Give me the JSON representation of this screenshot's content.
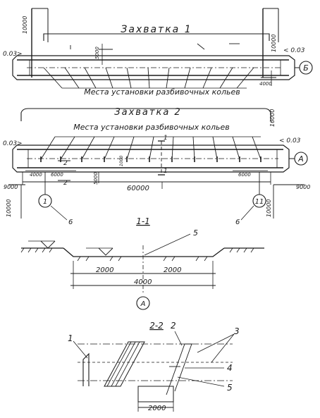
{
  "labels": {
    "zone1": "Захватка 1",
    "zone2": "Захватка 2",
    "pegs_top": "Места установки разбивочных кольев",
    "pegs_bottom": "Места установки разбивочных кольев",
    "section11": "1-1",
    "section22": "2-2"
  },
  "axes": {
    "b": "Б",
    "a": "А",
    "one": "1",
    "eleven": "11",
    "a_section": "А"
  },
  "levels": {
    "top_left": "0.03>",
    "top_right": "< 0.03",
    "bottom_left": "0.03>",
    "bottom_right": "< 0.03"
  },
  "dims": {
    "d10000_tl": "10000",
    "d10000_tr": "10000",
    "d5000_top": "5000",
    "d4000_top": "4000",
    "d16000": "16000",
    "d4000_mid": "4000",
    "d6000": "6000",
    "d5000_mid": "5000",
    "d60000": "60000",
    "d6000_r": "6000",
    "d9000_l": "9000",
    "d9000_r": "9000",
    "d10000_bl": "10000",
    "d10000_br": "10000",
    "d2000_l": "2000",
    "d2000_r": "2000",
    "d4000_sec": "4000",
    "d2000_22": "2000",
    "d1000": "1000"
  },
  "callouts": {
    "c6_left": "6",
    "c6_right": "6",
    "c5_sec11": "5",
    "c1": "1",
    "c2": "2",
    "c3": "3",
    "c4": "4",
    "c5": "5",
    "cut1_top": "1",
    "cut1_bot": "1",
    "cut2_top": "2",
    "cut2_bot": "2"
  }
}
